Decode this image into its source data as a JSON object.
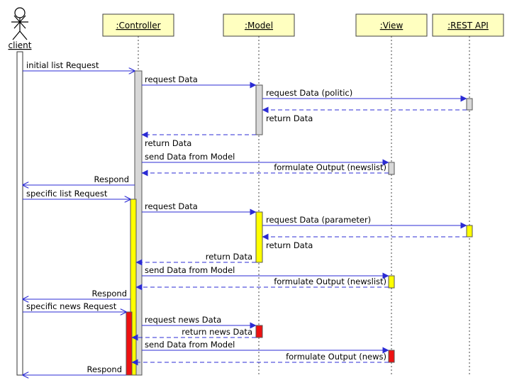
{
  "actor": {
    "label": "client"
  },
  "participants": [
    {
      "id": "controller",
      "label": ":Controller"
    },
    {
      "id": "model",
      "label": ":Model"
    },
    {
      "id": "view",
      "label": ":View"
    },
    {
      "id": "rest",
      "label": ":REST API"
    }
  ],
  "colors": {
    "header_fill": "#ffffc0",
    "header_stroke": "#404040",
    "message": "#2b2bd4",
    "activation_gray": "#d8d8d8",
    "activation_yellow": "#ffff00",
    "activation_red": "#ee1111",
    "lifeline": "#444444"
  },
  "messages": [
    {
      "text": "initial list Request"
    },
    {
      "text": "request Data"
    },
    {
      "text": "request Data (politic)"
    },
    {
      "text": "return Data"
    },
    {
      "text": "return Data"
    },
    {
      "text": "send Data from Model"
    },
    {
      "text": "formulate Output (newslist)"
    },
    {
      "text": "Respond"
    },
    {
      "text": "specific list Request"
    },
    {
      "text": "request Data"
    },
    {
      "text": "request Data (parameter)"
    },
    {
      "text": "return Data"
    },
    {
      "text": "return Data"
    },
    {
      "text": "send Data from Model"
    },
    {
      "text": "formulate Output (newslist)"
    },
    {
      "text": "Respond"
    },
    {
      "text": "specific news Request"
    },
    {
      "text": "request news Data"
    },
    {
      "text": "return news Data"
    },
    {
      "text": "send Data from Model"
    },
    {
      "text": "formulate Output (news)"
    },
    {
      "text": "Respond"
    }
  ]
}
